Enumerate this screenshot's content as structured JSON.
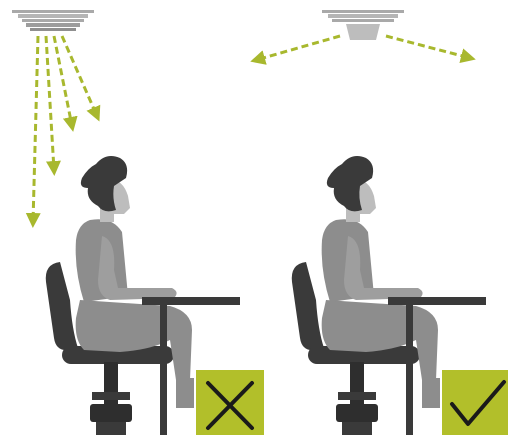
{
  "scenes": [
    {
      "lighting": "ceiling-light-direct-downward",
      "verdict": "incorrect",
      "verdict_symbol": "cross"
    },
    {
      "lighting": "ceiling-light-diffuse-sideways",
      "verdict": "correct",
      "verdict_symbol": "check"
    }
  ],
  "colors": {
    "verdict_box": "#b2bf2a",
    "light_ray": "#a8b82e",
    "silhouette_dark": "#3a3a3a",
    "silhouette_mid": "#8d8d8d",
    "skin": "#bdbdbd",
    "light_fixture": "#a9a9a9",
    "desk": "#3a3a3a"
  }
}
